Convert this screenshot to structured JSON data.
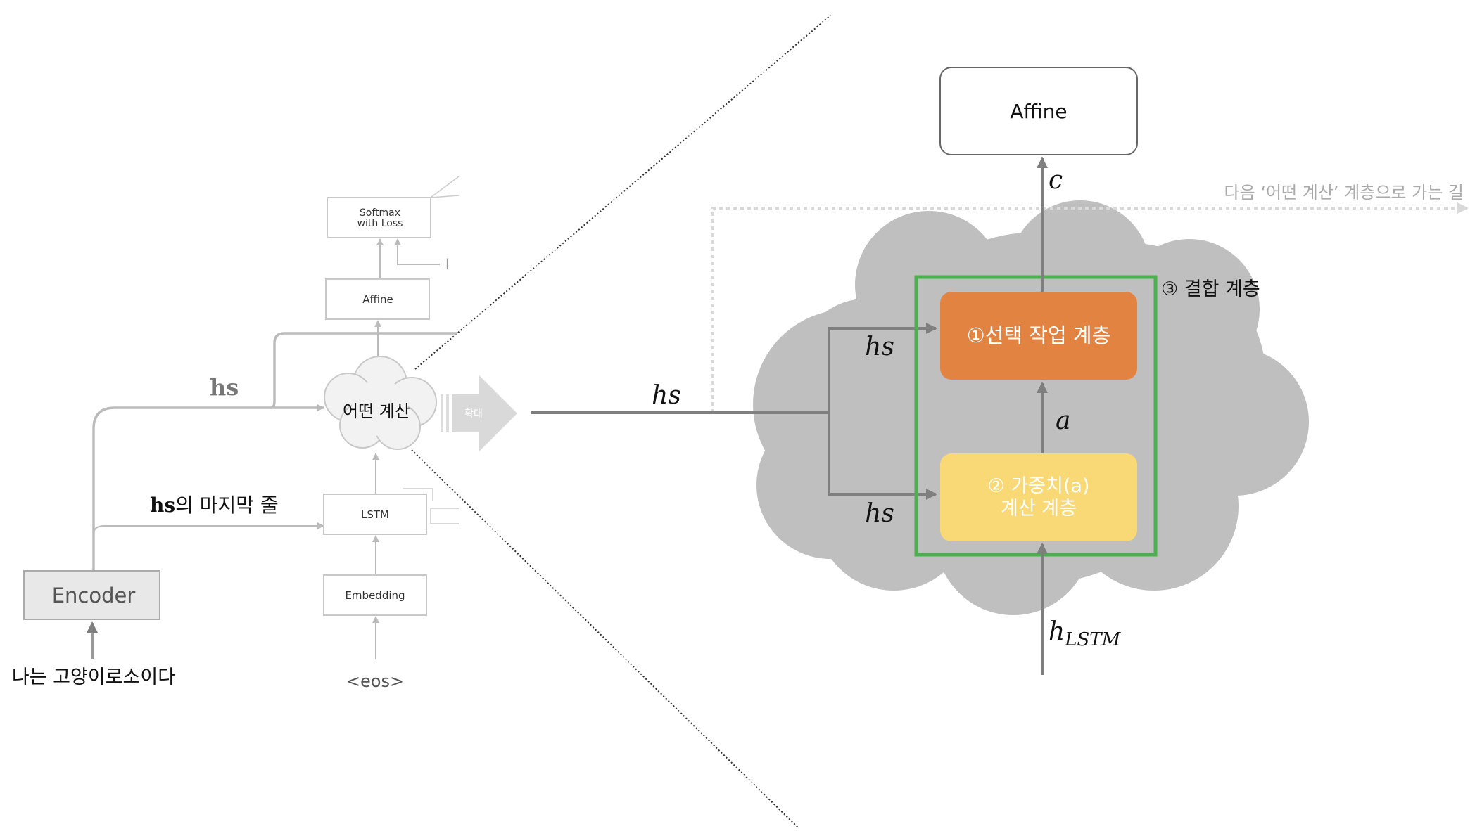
{
  "left": {
    "softmax_line1": "Softmax",
    "softmax_line2": "with Loss",
    "affine": "Affine",
    "calc": "어떤 계산",
    "expand": "확대",
    "hs": "hs",
    "hs_last_bold": "hs",
    "hs_last_rest": "의 마지막 줄",
    "lstm": "LSTM",
    "embedding": "Embedding",
    "encoder": "Encoder",
    "encoder_input": "나는 고양이로소이다",
    "eos": "<eos>",
    "tick": "l"
  },
  "right": {
    "affine": "Affine",
    "c": "c",
    "next_path": "다음 ‘어떤 계산’ 계층으로 가는 길",
    "combine": "③ 결합 계층",
    "select": "①선택 작업 계층",
    "a": "a",
    "weight_line1": "② 가중치(a)",
    "weight_line2": "계산 계층",
    "hs_top": "hs",
    "hs_bottom": "hs",
    "hs_main": "hs",
    "h": "h",
    "h_sub": "LSTM"
  },
  "colors": {
    "orange": "#e38342",
    "yellow": "#f9d976",
    "green": "#4caf50",
    "cloud": "#bfbfbf",
    "line": "#7f7f7f",
    "light_line": "#bbbbbb"
  }
}
